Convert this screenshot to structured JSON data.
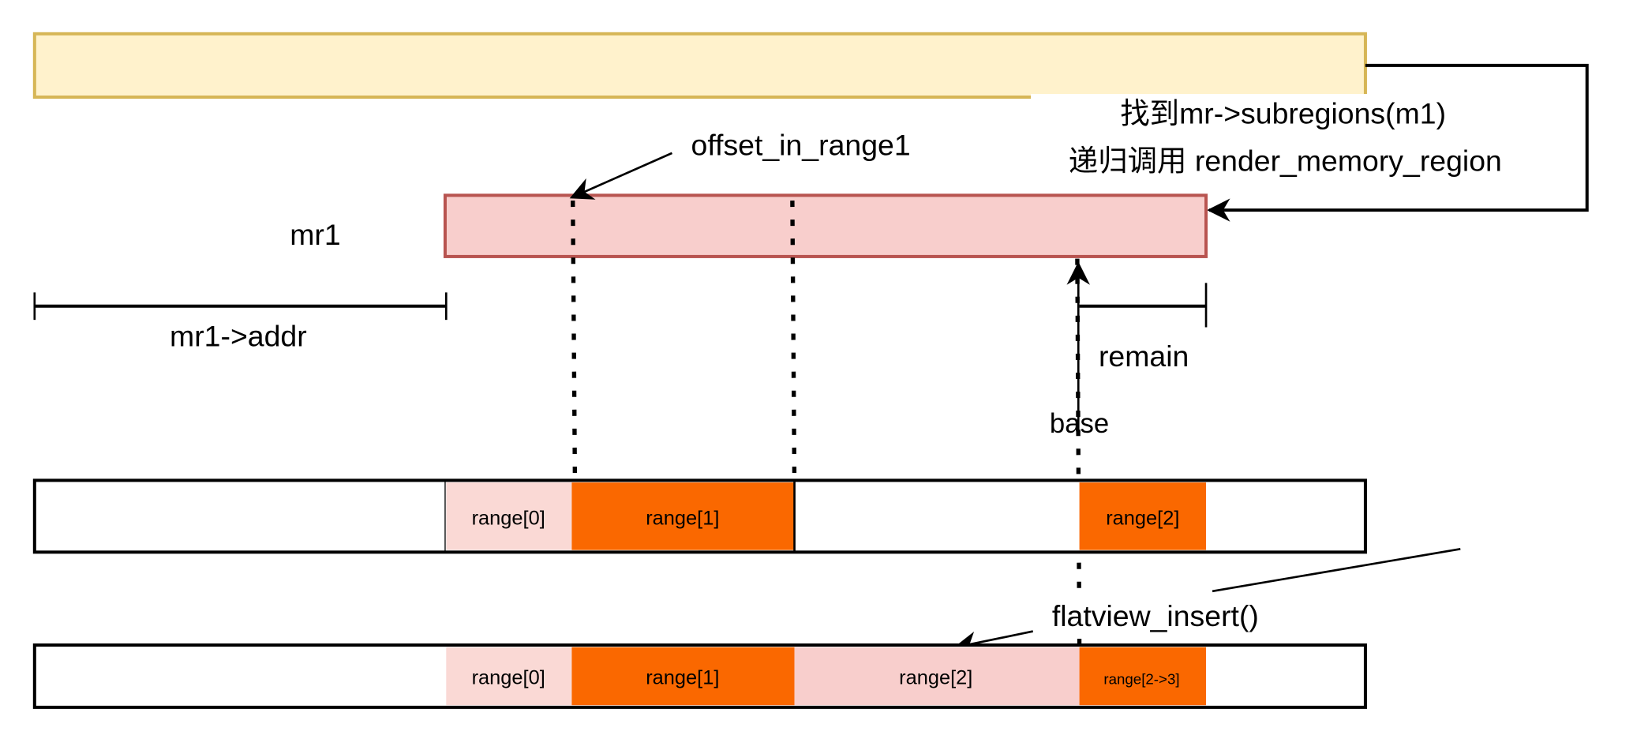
{
  "labels": {
    "subregion_line1": "找到mr->subregions(m1)",
    "subregion_line2": "递归调用 render_memory_region",
    "offset": "offset_in_range1",
    "mr1": "mr1",
    "mr1_addr": "mr1->addr",
    "remain": "remain",
    "base": "base",
    "flatview_insert": "flatview_insert()"
  },
  "row1": [
    "range[0]",
    "range[1]",
    "range[2]"
  ],
  "row2": [
    "range[0]",
    "range[1]",
    "range[2]",
    "range[2->3]"
  ],
  "colors": {
    "yellow_fill": "#fff2cc",
    "yellow_stroke": "#d6b656",
    "pink_fill": "#f8cecc",
    "pink_stroke": "#b85450",
    "light_pink": "#fad9d5",
    "orange": "#fa6800"
  }
}
